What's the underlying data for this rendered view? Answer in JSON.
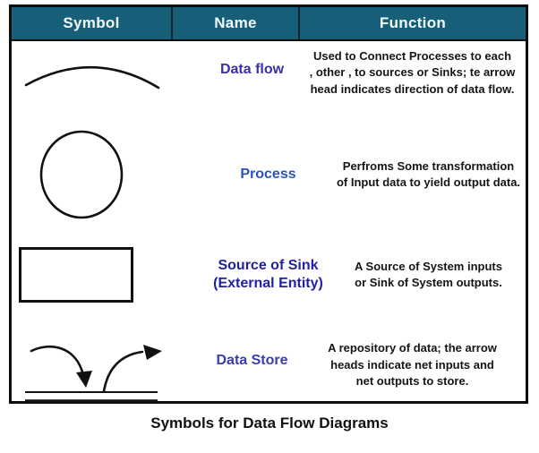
{
  "table": {
    "header_bg": "#175f78",
    "headers": [
      {
        "label": "Symbol"
      },
      {
        "label": "Name"
      },
      {
        "label": "Function"
      }
    ],
    "rows": [
      {
        "symbol_icon": "data-flow-arc-icon",
        "name_lines": [
          "Data flow"
        ],
        "name_color": "#3a2fae",
        "function_lines": [
          "Used to Connect Processes to each",
          ", other , to sources or Sinks; te arrow",
          "head indicates direction of data flow."
        ]
      },
      {
        "symbol_icon": "process-circle-icon",
        "name_lines": [
          "Process"
        ],
        "name_color": "#2a55b8",
        "function_lines": [
          "Perfroms Some transformation",
          "of Input data to yield output data."
        ]
      },
      {
        "symbol_icon": "external-entity-rectangle-icon",
        "name_lines": [
          "Source of Sink",
          "(External Entity)"
        ],
        "name_color": "#2121a5",
        "function_lines": [
          "A Source of System inputs",
          "or Sink of System outputs."
        ]
      },
      {
        "symbol_icon": "data-store-lines-arrows-icon",
        "name_lines": [
          "Data Store"
        ],
        "name_color": "#3c3cb2",
        "function_lines": [
          "A repository of data; the arrow",
          "heads indicate net inputs and",
          "net outputs to store."
        ]
      }
    ]
  },
  "caption": "Symbols for Data Flow Diagrams",
  "colors": {
    "line": "#111111",
    "header_text": "#f4fbfd"
  }
}
